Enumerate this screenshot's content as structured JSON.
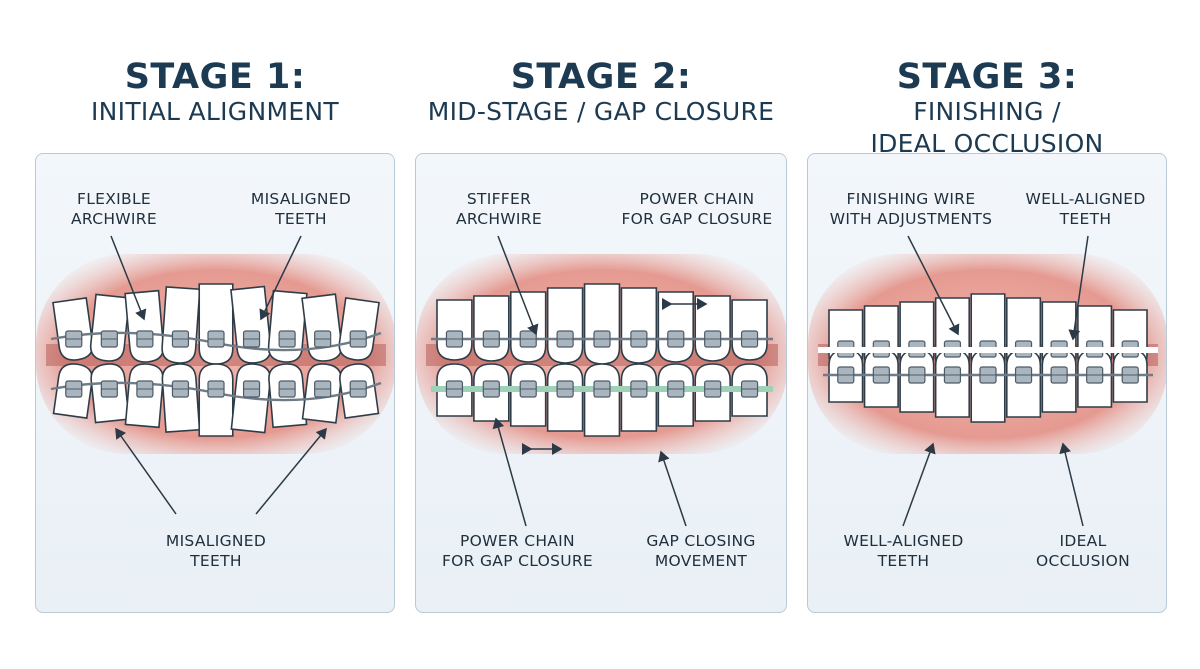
{
  "stages": [
    {
      "title": "STAGE 1:",
      "subtitle": "INITIAL ALIGNMENT",
      "labels": {
        "top_left": "FLEXIBLE\nARCHWIRE",
        "top_right": "MISALIGNED\nTEETH",
        "bottom": "MISALIGNED\nTEETH"
      }
    },
    {
      "title": "STAGE 2:",
      "subtitle": "MID-STAGE / GAP CLOSURE",
      "labels": {
        "top_left": "STIFFER\nARCHWIRE",
        "top_right": "POWER CHAIN\nFOR GAP CLOSURE",
        "bottom_left": "POWER CHAIN\nFOR GAP CLOSURE",
        "bottom_right": "GAP CLOSING\nMOVEMENT"
      }
    },
    {
      "title": "STAGE 3:",
      "subtitle": "FINISHING /\nIDEAL OCCLUSION",
      "labels": {
        "top_left": "FINISHING WIRE\nWITH ADJUSTMENTS",
        "top_right": "WELL-ALIGNED\nTEETH",
        "bottom_left": "WELL-ALIGNED\nTEETH",
        "bottom_right": "IDEAL\nOCCLUSION"
      }
    }
  ],
  "colors": {
    "title": "#1c3a52",
    "gum": "#e9a39a",
    "tooth": "#ffffff",
    "bracket": "#8c9aa6",
    "wire": "#6f7c87",
    "power_chain": "#9fd1b8",
    "panel_border": "#b9c9d6"
  },
  "icons": [
    "flexible-archwire",
    "power-chain",
    "bracket",
    "arrow-icon"
  ]
}
